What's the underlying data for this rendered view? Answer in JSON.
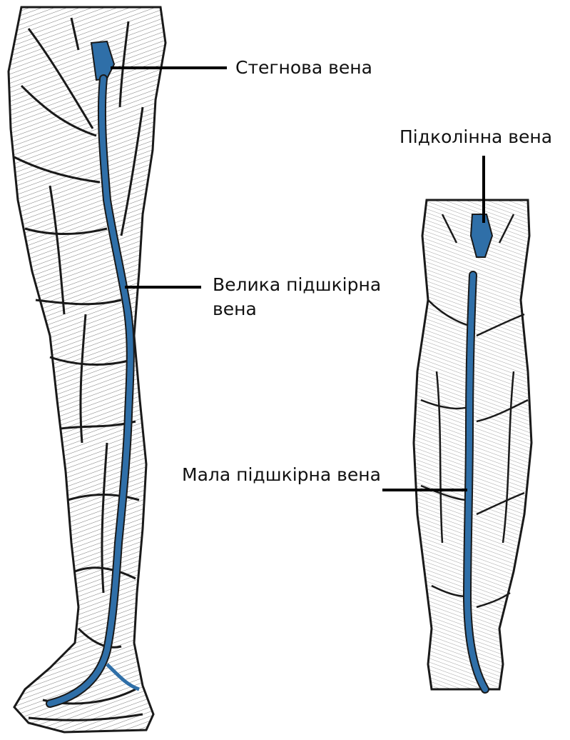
{
  "diagram": {
    "labels": {
      "femoral_vein": "Стегнова вена",
      "popliteal_vein": "Підколінна вена",
      "great_saphenous_vein": "Велика підшкірна вена",
      "small_saphenous_vein": "Мала підшкірна вена"
    },
    "colors": {
      "vein": "#2f6fa8",
      "vein_dark": "#235886",
      "outline": "#1a1a1a",
      "hatch": "#6b6b6b",
      "skin": "#f7f7f7",
      "background": "#ffffff"
    }
  }
}
